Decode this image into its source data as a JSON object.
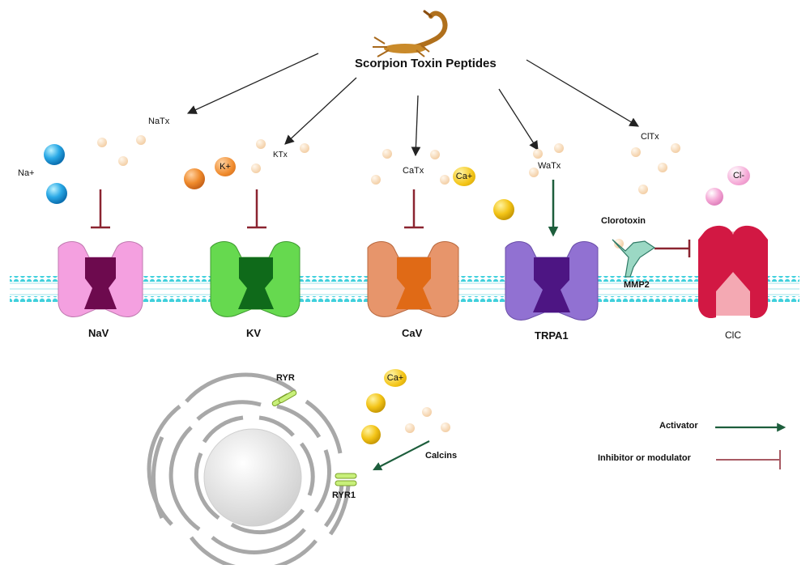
{
  "title": "Scorpion Toxin Peptides",
  "toxins": {
    "natx": "NaTx",
    "ktx": "KTx",
    "catx": "CaTx",
    "watx": "WaTx",
    "cltx": "ClTx"
  },
  "ions": {
    "na": "Na+",
    "k": "K+",
    "ca": "Ca+",
    "cl": "Cl-",
    "ca_lower": "Ca+"
  },
  "channels": {
    "nav": "NaV",
    "kv": "KV",
    "cav": "CaV",
    "trpa1": "TRPA1",
    "clc": "ClC"
  },
  "labels": {
    "clorotoxin": "Clorotoxin",
    "mmp2": "MMP2",
    "ryr": "RYR",
    "ryr1": "RYR1",
    "calcins": "Calcins"
  },
  "legend": {
    "activator": "Activator",
    "inhibitor": "Inhibitor or modulator"
  },
  "colors": {
    "activator": "#1d5e3c",
    "inhibitor": "#8b2430",
    "membrane": "#3fd0dc",
    "nav": "#f4a0e0",
    "nav_core": "#6d0a4e",
    "kv": "#66d94f",
    "kv_core": "#0f6a1a",
    "cav": "#e7956b",
    "cav_core": "#e06a16",
    "trpa1": "#9171d2",
    "trpa1_core": "#4d1583",
    "clc": "#d21843",
    "clc_core": "#f4a9b3"
  }
}
